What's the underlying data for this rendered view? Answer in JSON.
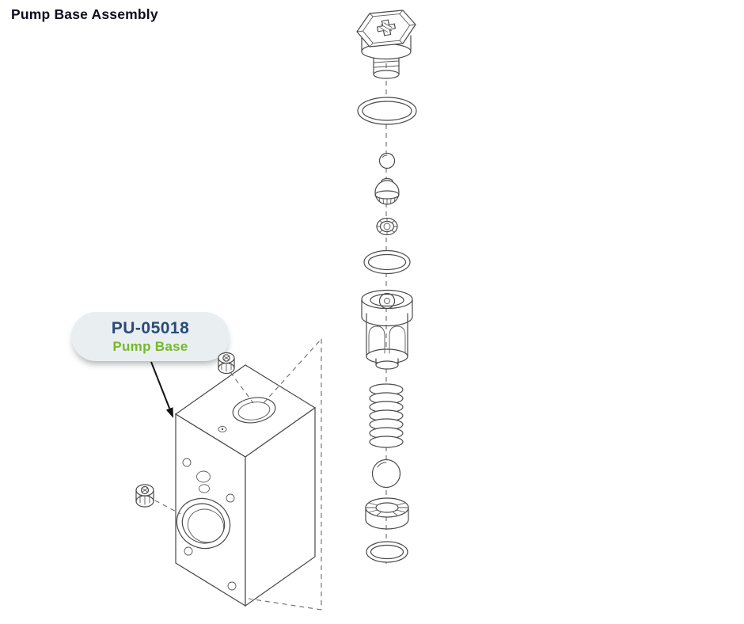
{
  "page": {
    "title": "Pump Base Assembly"
  },
  "callout": {
    "part_number": "PU-05018",
    "part_name": "Pump Base"
  },
  "colors": {
    "background": "#ffffff",
    "title_text": "#0d0d1f",
    "part_number_text": "#2b4a7a",
    "part_name_text": "#76b82a",
    "callout_bg": "#e9eff1",
    "line_art": "#4a4a4a"
  },
  "diagram": {
    "type": "exploded-view",
    "parts": [
      "hex-plug-cap",
      "large-o-ring",
      "small-ball",
      "poppet-valve",
      "retaining-nut",
      "mid-o-ring",
      "valve-cage",
      "spring",
      "check-ball",
      "valve-seat",
      "bottom-o-ring",
      "pump-base-block",
      "set-screw-top",
      "set-screw-side"
    ]
  }
}
